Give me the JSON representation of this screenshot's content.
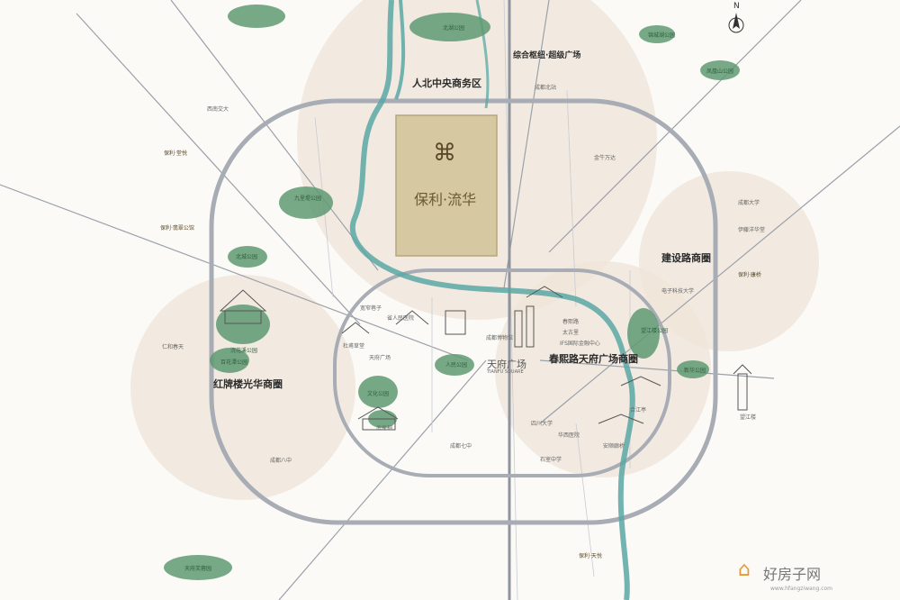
{
  "districts": {
    "north_cbd": "人北中央商务区",
    "transport_hub": "综合枢纽·超级广场",
    "jianshe_road": "建设路商圈",
    "chunxi_road": "春熙路天府广场商圈",
    "hongpailou": "红牌楼光华商圈"
  },
  "project": {
    "name": "保利·流华",
    "logo_icon": "poly-logo-icon"
  },
  "plaza": {
    "name": "天府广场",
    "subtitle": "TIANFU SQUARE"
  },
  "compass": {
    "label": "N"
  },
  "watermark": {
    "brand": "好房子网",
    "url": "www.hfangziwang.com"
  },
  "project_markers": [
    {
      "label": "保利·堂悦"
    },
    {
      "label": "保利·天悦"
    },
    {
      "label": "保利·翡翠公馆"
    },
    {
      "label": "保利·康桥"
    }
  ],
  "parks": [
    {
      "label": "北湖公园"
    },
    {
      "label": "凤凰山公园"
    },
    {
      "label": "九里堤公园"
    },
    {
      "label": "北城公园"
    },
    {
      "label": "人民公园"
    },
    {
      "label": "浣花溪公园"
    },
    {
      "label": "百花潭公园"
    },
    {
      "label": "文化公园"
    },
    {
      "label": "望江楼公园"
    },
    {
      "label": "新华公园"
    },
    {
      "label": "锦城湖公园"
    },
    {
      "label": "天府芙蓉园"
    }
  ],
  "pois": [
    {
      "label": "成都北站"
    },
    {
      "label": "金牛万达"
    },
    {
      "label": "成都大学"
    },
    {
      "label": "西南交大"
    },
    {
      "label": "四川大学"
    },
    {
      "label": "电子科技大学"
    },
    {
      "label": "天府广场"
    },
    {
      "label": "武侯祠"
    },
    {
      "label": "杜甫草堂"
    },
    {
      "label": "合江亭"
    },
    {
      "label": "安顺廊桥"
    },
    {
      "label": "望江楼"
    },
    {
      "label": "宽窄巷子"
    },
    {
      "label": "华西医院"
    },
    {
      "label": "省人民医院"
    },
    {
      "label": "成都博物馆"
    },
    {
      "label": "春熙路"
    },
    {
      "label": "太古里"
    },
    {
      "label": "IFS国际金融中心"
    },
    {
      "label": "伊藤洋华堂"
    },
    {
      "label": "仁和春天"
    },
    {
      "label": "成都八中"
    },
    {
      "label": "成都七中"
    },
    {
      "label": "石室中学"
    }
  ],
  "colors": {
    "primary_ring": "#b9bcc4",
    "river": "#5aa7a4",
    "park": "#5f9a72",
    "circle": "#e9ddd0",
    "hero": "#c9b88a"
  }
}
